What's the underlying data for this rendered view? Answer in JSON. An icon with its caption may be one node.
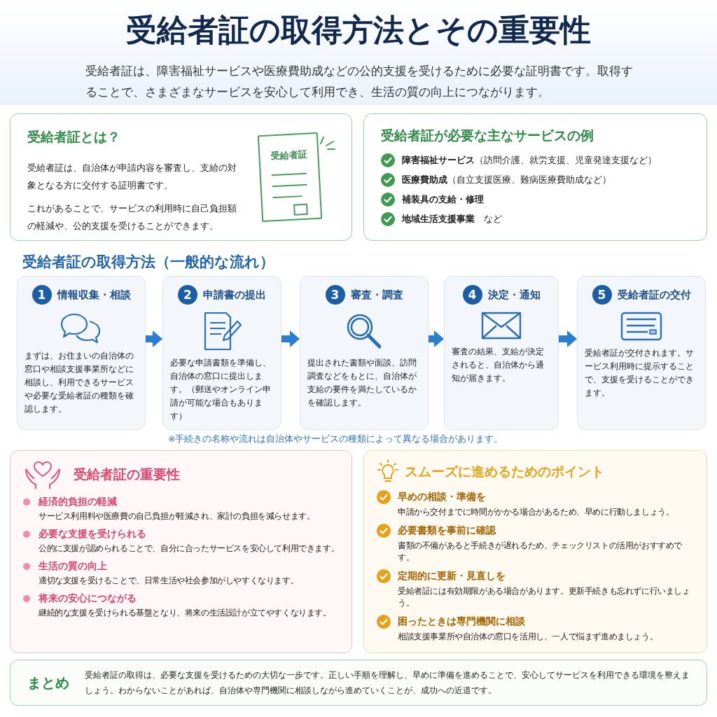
{
  "diagram": {
    "title": "受給者証の取得方法とその重要性",
    "nodes": [
      {
        "text": [
          "受給者証とは？",
          "受給者証は、自治体が申請内容を審査し、支給の対象となる方に交付する証明書です。",
          "これがあることで、サービスの利用時に自己負担額の軽減や、公的支援を受けることができます。"
        ]
      },
      {
        "text": [
          "受給者証"
        ],
        "in": 0
      },
      {
        "text": [
          "受給者証が必要な主なサービスの例",
          "**障害福祉サービス**（訪問介護、就労支援、児童発達支援など）",
          "**医療費助成**（自立支援医療、難病医療費助成など）",
          "**補装具の支給・修理**",
          "**地域生活支援事業**　など"
        ]
      },
      {
        "text": [
          "1",
          "情報収集・相談",
          "まずは、お住まいの自治体の窓口や相談支援事業所などに相談し、利用できるサービスや必要な受給者証の種類を確認します。"
        ]
      },
      {
        "text": [
          "2",
          "申請書の提出",
          "必要な申請書類を準備し、自治体の窓口に提出します。（郵送やオンライン申請が可能な場合もあります）"
        ]
      },
      {
        "text": [
          "3",
          "審査・調査",
          "提出された書類や面談、訪問調査などをもとに、自治体が支給の要件を満たしているかを確認します。"
        ]
      },
      {
        "text": [
          "4",
          "決定・通知",
          "審査の結果、支給が決定されると、自治体から通知が届きます。"
        ]
      },
      {
        "text": [
          "5",
          "受給者証の交付",
          "受給者証が交付されます。サービス利用時に提示することで、支援を受けることができます。"
        ]
      },
      {
        "text": [
          "受給者証の重要性",
          "経済的負担の軽減",
          "サービス利用料や医療費の自己負担が軽減され、家計の負担を減らせます。",
          "必要な支援を受けられる",
          "公的に支援が認められることで、自分に合ったサービスを安心して利用できます。",
          "生活の質の向上",
          "適切な支援を受けることで、日常生活や社会参加がしやすくなります。",
          "将来の安心につながる",
          "継続的な支援を受けられる基盤となり、将来の生活設計が立てやすくなります。"
        ]
      },
      {
        "text": [
          "スムーズに進めるためのポイント",
          "早めの相談・準備を",
          "申請から交付までに時間がかかる場合があるため、早めに行動しましょう。",
          "必要書類を事前に確認",
          "書類の不備があると手続きが遅れるため、チェックリストの活用がおすすめです。",
          "定期的に更新・見直しを",
          "受給者証には有効期限がある場合があります。更新手続きも忘れずに行いましょう。",
          "困ったときは専門機関に相談",
          "相談支援事業所や自治体の窓口を活用し、一人で悩まず進めましょう。"
        ]
      },
      {
        "text": [
          "まとめ",
          "受給者証の取得は、必要な支援を受けるための大切な一歩です。正しい手順を理解し、早めに準備を進めることで、安心してサービスを利用できる環境を整えましょう。わからないことがあれば、自治体や専門機関に相談しながら進めていくことが、成功への近道です。"
        ]
      }
    ],
    "edges": [
      {
        "from": 3,
        "to": 4,
        "arrow": "to"
      },
      {
        "from": 4,
        "to": 5,
        "arrow": "to"
      },
      {
        "from": 5,
        "to": 6,
        "arrow": "to"
      },
      {
        "from": 6,
        "to": 7,
        "arrow": "to"
      }
    ],
    "labels": [
      "受給者証は、障害福祉サービスや医療費助成などの公的支援を受けるために必要な証明書です。取得することで、さまざまなサービスを安心して利用でき、生活の質の向上につながります。",
      "受給者証の取得方法（一般的な流れ）",
      "※手続きの名称や流れは自治体やサービスの種類によって異なる場合があります。"
    ]
  }
}
